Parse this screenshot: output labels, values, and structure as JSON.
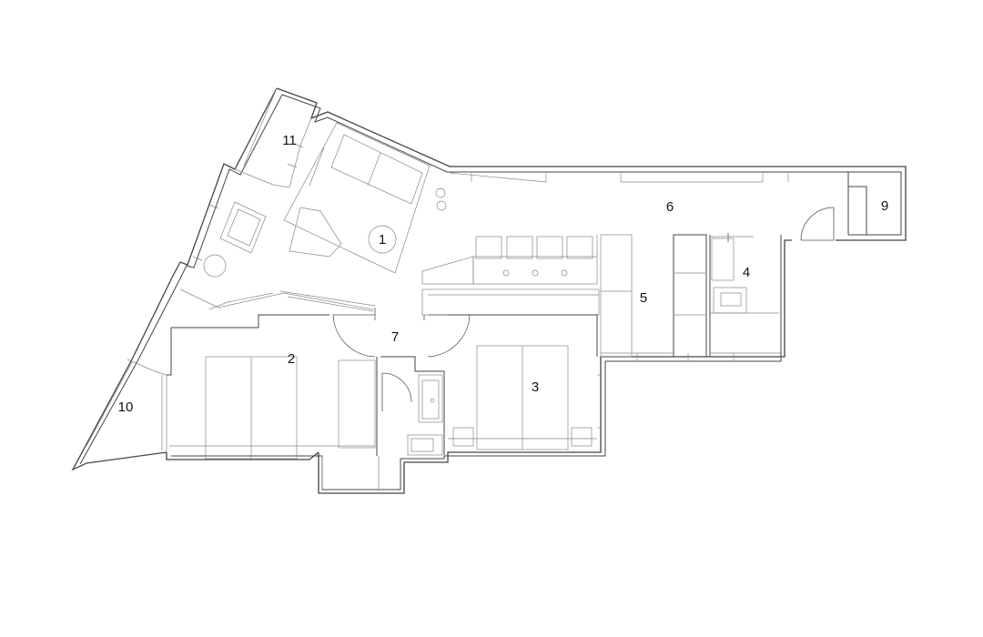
{
  "rooms": [
    {
      "id": "living",
      "label": "1"
    },
    {
      "id": "bedroom-2",
      "label": "2"
    },
    {
      "id": "bedroom-3",
      "label": "3"
    },
    {
      "id": "bathroom-4",
      "label": "4"
    },
    {
      "id": "kitchen-5",
      "label": "5"
    },
    {
      "id": "corridor-6",
      "label": "6"
    },
    {
      "id": "hall-7",
      "label": "7"
    },
    {
      "id": "storage-9",
      "label": "9"
    },
    {
      "id": "terrace-10",
      "label": "10"
    },
    {
      "id": "balcony-11",
      "label": "11"
    }
  ],
  "colors": {
    "line": "#444444",
    "thin": "#888888",
    "background": "#ffffff"
  }
}
